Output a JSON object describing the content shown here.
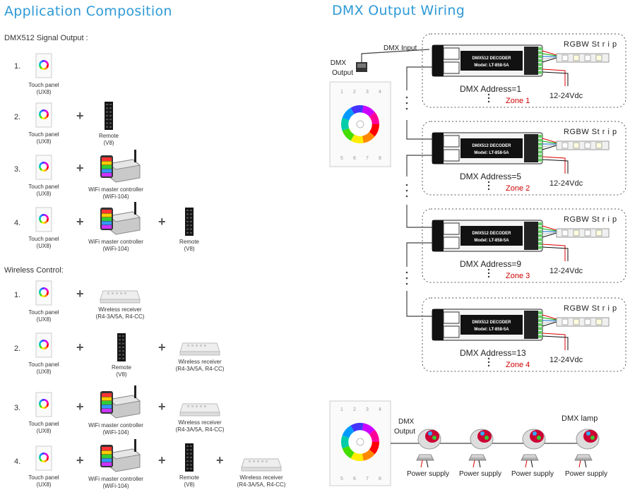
{
  "left": {
    "title": "Application Composition",
    "dmx_heading": "DMX512 Signal Output :",
    "wireless_heading": "Wireless Control:",
    "plus": "+",
    "dmx_rows": [
      {
        "num": "1."
      },
      {
        "num": "2."
      },
      {
        "num": "3."
      },
      {
        "num": "4."
      }
    ],
    "wireless_rows": [
      {
        "num": "1."
      },
      {
        "num": "2."
      },
      {
        "num": "3."
      },
      {
        "num": "4."
      }
    ],
    "devices": {
      "touch_panel": {
        "name": "Touch panel",
        "model": "(UX8)"
      },
      "remote": {
        "name": "Remote",
        "model": "(V8)"
      },
      "wifi": {
        "name": "WiFi master controller",
        "model": "(WiFi-104)"
      },
      "receiver": {
        "name": "Wireless receiver",
        "model": "(R4-3A/5A, R4-CC)"
      }
    }
  },
  "right": {
    "title": "DMX Output Wiring",
    "dmx_output": "DMX\nOutput",
    "dmx_output_l1": "DMX",
    "dmx_output_l2": "Output",
    "dmx_input": "DMX Input",
    "decoder_line1": "DMX512 DECODER",
    "decoder_line2": "Model: LT-858-5A",
    "strip_label": "RGBW St r i p",
    "power": "12-24Vdc",
    "zones": [
      {
        "address": "DMX Address=1",
        "zone": "Zone 1"
      },
      {
        "address": "DMX Address=5",
        "zone": "Zone 2"
      },
      {
        "address": "DMX Address=9",
        "zone": "Zone 3"
      },
      {
        "address": "DMX Address=13",
        "zone": "Zone 4"
      }
    ],
    "lamp_section": {
      "dmx_out_l1": "DMX",
      "dmx_out_l2": "Output",
      "lamp_label": "DMX lamp",
      "power_supply": "Power supply"
    }
  },
  "colors": {
    "accent": "#2e9ad6",
    "zone": "#cc0000"
  }
}
